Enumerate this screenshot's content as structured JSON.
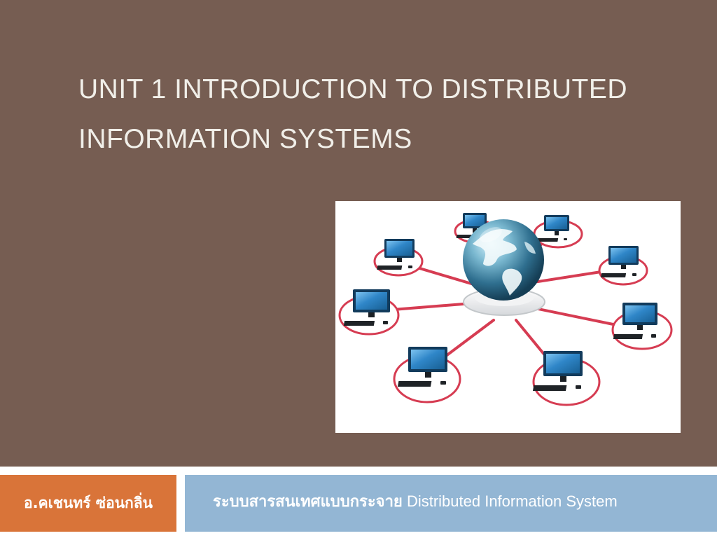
{
  "slide": {
    "title": "Unit 1 Introduction to Distributed Information Systems"
  },
  "image": {
    "icon": "network-globe-computers-illustration",
    "colors": {
      "link": "#d63c52",
      "globe": "#2f6f8f",
      "monitor": "#1e4f77",
      "screen": "#3f8bc9",
      "keyboard": "#1f2327"
    }
  },
  "footer": {
    "left_text": "อ.คเชนทร์ ซ่อนกลิ่น",
    "right_thai": "ระบบสารสนเทศแบบกระจาย",
    "right_english": "Distributed Information System"
  },
  "theme": {
    "background": "#765d52",
    "footer_left": "#d97439",
    "footer_right": "#93b6d4",
    "title_text": "#f1efe9"
  }
}
